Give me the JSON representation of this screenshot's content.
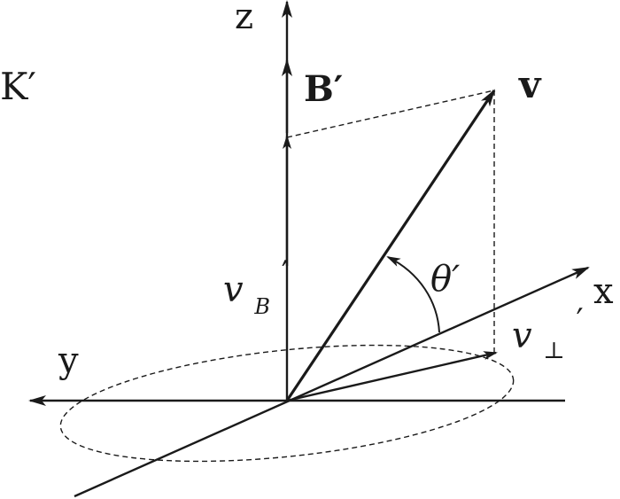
{
  "frame": {
    "label": "K′"
  },
  "axes": {
    "z": {
      "label": "z"
    },
    "x": {
      "label": "x"
    },
    "y": {
      "label": "y"
    }
  },
  "vectors": {
    "v": {
      "label": "v"
    },
    "B": {
      "label": "B′"
    },
    "v_parallel": {
      "symbol": "v",
      "subscript": "B",
      "prime": "′"
    },
    "v_perp": {
      "symbol": "v",
      "subscript": "⊥",
      "prime": "′"
    }
  },
  "angle": {
    "label": "θ′"
  },
  "colors": {
    "ink": "#1a1a1a",
    "background": "#ffffff"
  }
}
